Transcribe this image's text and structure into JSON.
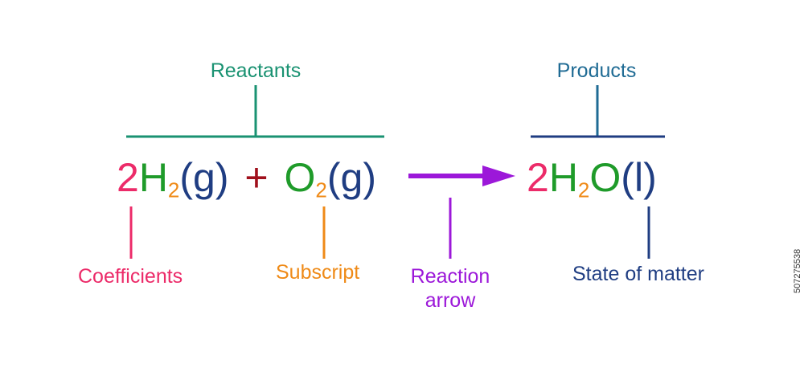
{
  "labels": {
    "reactants": "Reactants",
    "products": "Products",
    "coefficients": "Coefficients",
    "subscript": "Subscript",
    "reaction_arrow_line1": "Reaction",
    "reaction_arrow_line2": "arrow",
    "state_of_matter": "State of matter"
  },
  "equation": {
    "r1_coef": "2",
    "r1_elem": "H",
    "r1_sub": "2",
    "r1_state": "(g)",
    "plus": "+",
    "r2_elem": "O",
    "r2_sub": "2",
    "r2_state": "(g)",
    "p_coef": "2",
    "p_elem1": "H",
    "p_sub": "2",
    "p_elem2": "O",
    "p_open": "(",
    "p_state": "l",
    "p_close": ")"
  },
  "watermark": "507275538",
  "colors": {
    "teal": "#1a9272",
    "navy": "#1f3d82",
    "pink": "#ec2b69",
    "green": "#1f9b2a",
    "orange": "#ef8a17",
    "darkred": "#a0101c",
    "purple": "#9c18d9",
    "products_blue": "#1f6b94"
  }
}
